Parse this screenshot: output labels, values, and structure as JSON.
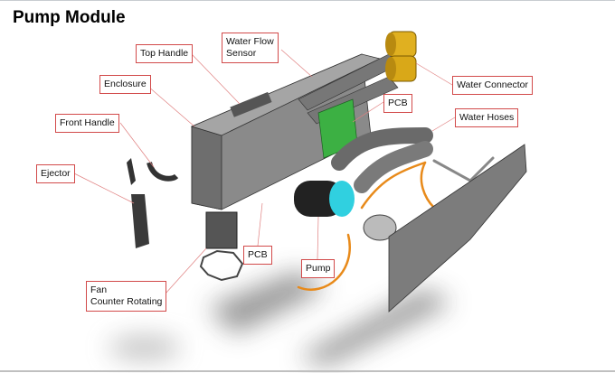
{
  "title": "Pump Module",
  "labels": {
    "top_handle": "Top Handle",
    "water_flow_sensor_1": "Water Flow",
    "water_flow_sensor_2": "Sensor",
    "enclosure": "Enclosure",
    "water_connector": "Water Connector",
    "pcb_top": "PCB",
    "water_hoses": "Water Hoses",
    "front_handle": "Front Handle",
    "ejector": "Ejector",
    "pcb_bottom": "PCB",
    "pump": "Pump",
    "fan_1": "Fan",
    "fan_2": "Counter Rotating"
  },
  "colors": {
    "label_border": "#d24a4a",
    "connector": "#e0b020",
    "pcb": "#3cb043",
    "pump_glow": "#30d0e0",
    "hose_orange": "#e88a1a"
  }
}
